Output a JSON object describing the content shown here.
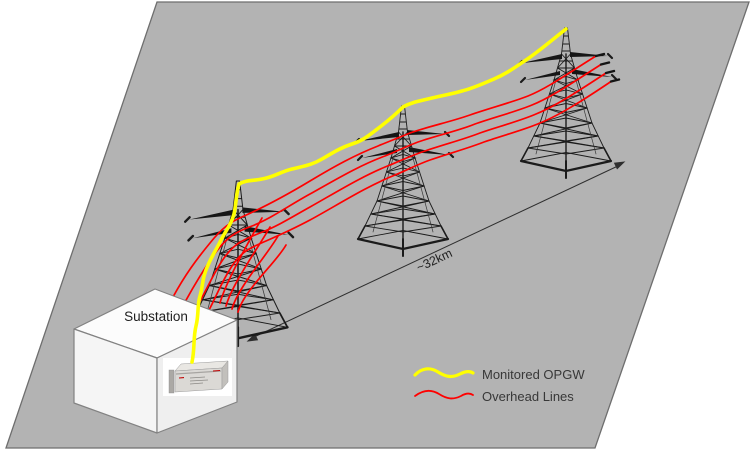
{
  "figure": {
    "type": "power-line-monitoring-diagram",
    "substation": {
      "label": "Substation",
      "device_icon": "rack-mounted-interrogator-unit"
    },
    "distance": {
      "label": "~32km"
    },
    "towers": {
      "count": 3,
      "icon": "lattice-transmission-tower"
    },
    "legend": {
      "items": [
        {
          "label": "Monitored OPGW",
          "color": "#FFFF00",
          "swatch": "yellow-wave"
        },
        {
          "label": "Overhead Lines",
          "color": "#FF0000",
          "swatch": "red-wave"
        }
      ]
    },
    "colors": {
      "ground_plane": "#B3B3B3",
      "plane_border": "#6E6E6E",
      "tower": "#1B1B1B",
      "opgw": "#FFFF00",
      "overhead_lines": "#FF0000",
      "background": "#FFFFFF"
    }
  }
}
